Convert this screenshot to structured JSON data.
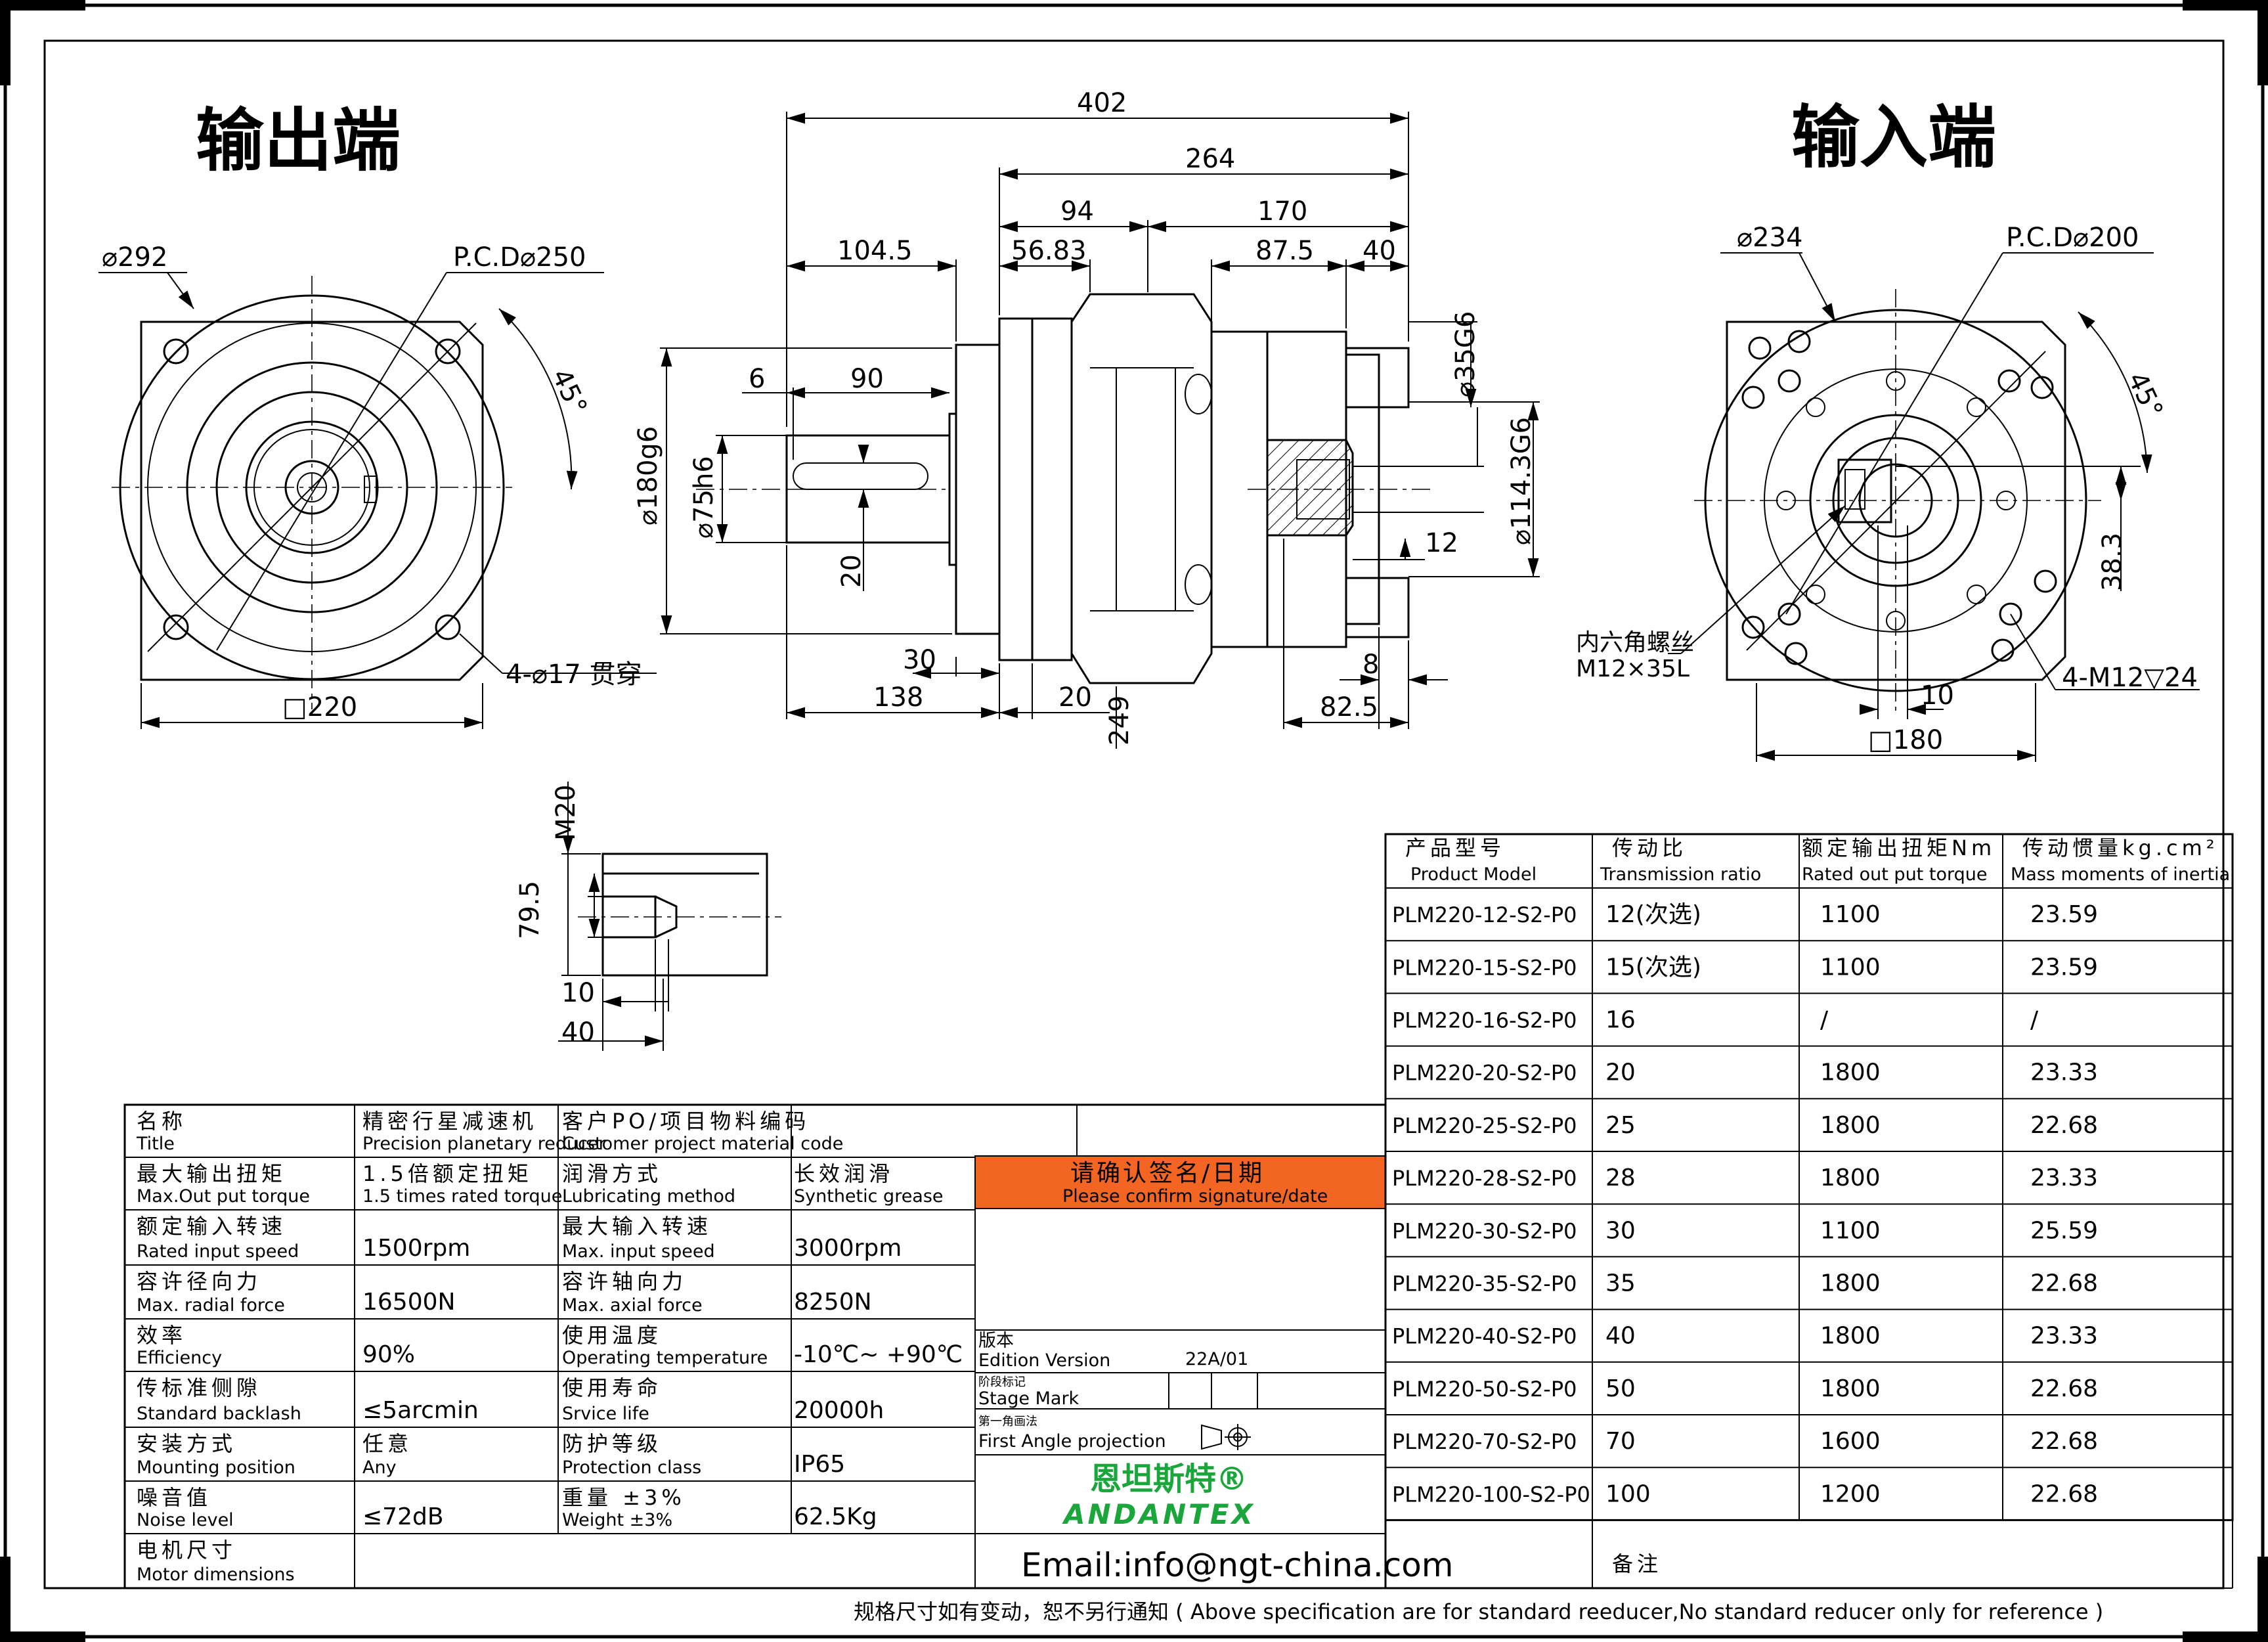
{
  "views": {
    "output_title": "输出端",
    "input_title": "输入端"
  },
  "output_view": {
    "d292": "⌀292",
    "pcd": "P.C.D⌀250",
    "angle": "45°",
    "holes": "4-⌀17 贯穿",
    "square": "□220"
  },
  "side_view": {
    "d402": "402",
    "d264": "264",
    "d94": "94",
    "d170": "170",
    "d104_5": "104.5",
    "d56_83": "56.83",
    "d87_5": "87.5",
    "d40": "40",
    "d6": "6",
    "d90": "90",
    "d180": "⌀180g6",
    "d75": "⌀75h6",
    "d20": "20",
    "d35": "⌀35G6",
    "d114": "⌀114.3G6",
    "d12": "12",
    "d30": "30",
    "d138": "138",
    "d20b": "20",
    "d249": "249",
    "d8": "8",
    "d82_5": "82.5"
  },
  "input_view": {
    "d234": "⌀234",
    "pcd": "P.C.D⌀200",
    "angle": "45°",
    "d38_3": "38.3",
    "hex_cn": "内六角螺丝",
    "hex_spec": "M12×35L",
    "holes": "4-M12▽24",
    "d10": "10",
    "square": "□180"
  },
  "detail_view": {
    "thread": "M20",
    "d79_5": "79.5",
    "d10": "10",
    "d40": "40"
  },
  "spec_table": {
    "rows": [
      {
        "cn1": "名称",
        "en1": "Title",
        "v1": "精密行星减速机",
        "v1en": "Precision planetary reducer",
        "cn2": "客户PO/项目物料编码",
        "en2": "Customer project material code",
        "v2": ""
      },
      {
        "cn1": "最大输出扭矩",
        "en1": "Max.Out put torque",
        "v1": "1.5倍额定扭矩",
        "v1en": "1.5 times rated torque",
        "cn2": "润滑方式",
        "en2": "Lubricating method",
        "v2": "长效润滑",
        "v2en": "Synthetic grease"
      },
      {
        "cn1": "额定输入转速",
        "en1": "Rated input speed",
        "v1": "1500rpm",
        "cn2": "最大输入转速",
        "en2": "Max. input speed",
        "v2": "3000rpm"
      },
      {
        "cn1": "容许径向力",
        "en1": "Max. radial force",
        "v1": "16500N",
        "cn2": "容许轴向力",
        "en2": "Max. axial force",
        "v2": "8250N"
      },
      {
        "cn1": "效率",
        "en1": "Efficiency",
        "v1": "90%",
        "cn2": "使用温度",
        "en2": "Operating temperature",
        "v2": "-10℃~ +90℃"
      },
      {
        "cn1": "传标准侧隙",
        "en1": "Standard backlash",
        "v1": "≤5arcmin",
        "cn2": "使用寿命",
        "en2": "Srvice life",
        "v2": "20000h"
      },
      {
        "cn1": "安装方式",
        "en1": "Mounting position",
        "v1": "任意",
        "v1en": "Any",
        "cn2": "防护等级",
        "en2": "Protection class",
        "v2": "IP65"
      },
      {
        "cn1": "噪音值",
        "en1": "Noise level",
        "v1": "≤72dB",
        "cn2": "重量 ±3%",
        "en2": "Weight ±3%",
        "v2": "62.5Kg"
      },
      {
        "cn1": "电机尺寸",
        "en1": "Motor dimensions",
        "v1": "",
        "cn2": "",
        "en2": "",
        "v2": ""
      }
    ]
  },
  "confirm": {
    "cn": "请确认签名/日期",
    "en": "Please confirm signature/date",
    "color": "#f26522"
  },
  "edition": {
    "cn": "版本",
    "en": "Edition Version",
    "value": "22A/01",
    "stage_cn": "阶段标记",
    "stage_en": "Stage Mark",
    "proj_cn": "第一角画法",
    "proj_en": "First Angle projection"
  },
  "brand": {
    "cn": "恩坦斯特®",
    "en": "ANDANTEX",
    "color": "#1aa63a"
  },
  "email": "Email:info@ngt-china.com",
  "remark": "备注",
  "model_table": {
    "headers": [
      {
        "cn": "产品型号",
        "en": "Product Model"
      },
      {
        "cn": "传动比",
        "en": "Transmission ratio"
      },
      {
        "cn": "额定输出扭矩Nm",
        "en": "Rated out put torque"
      },
      {
        "cn": "传动惯量kg.cm²",
        "en": "Mass moments of inertia"
      }
    ],
    "rows": [
      {
        "model": "PLM220-12-S2-P0",
        "ratio": "12(次选)",
        "torque": "1100",
        "inertia": "23.59"
      },
      {
        "model": "PLM220-15-S2-P0",
        "ratio": "15(次选)",
        "torque": "1100",
        "inertia": "23.59"
      },
      {
        "model": "PLM220-16-S2-P0",
        "ratio": "16",
        "torque": "/",
        "inertia": "/"
      },
      {
        "model": "PLM220-20-S2-P0",
        "ratio": "20",
        "torque": "1800",
        "inertia": "23.33"
      },
      {
        "model": "PLM220-25-S2-P0",
        "ratio": "25",
        "torque": "1800",
        "inertia": "22.68"
      },
      {
        "model": "PLM220-28-S2-P0",
        "ratio": "28",
        "torque": "1800",
        "inertia": "23.33"
      },
      {
        "model": "PLM220-30-S2-P0",
        "ratio": "30",
        "torque": "1100",
        "inertia": "25.59"
      },
      {
        "model": "PLM220-35-S2-P0",
        "ratio": "35",
        "torque": "1800",
        "inertia": "22.68"
      },
      {
        "model": "PLM220-40-S2-P0",
        "ratio": "40",
        "torque": "1800",
        "inertia": "23.33"
      },
      {
        "model": "PLM220-50-S2-P0",
        "ratio": "50",
        "torque": "1800",
        "inertia": "22.68"
      },
      {
        "model": "PLM220-70-S2-P0",
        "ratio": "70",
        "torque": "1600",
        "inertia": "22.68"
      },
      {
        "model": "PLM220-100-S2-P0",
        "ratio": "100",
        "torque": "1200",
        "inertia": "22.68"
      }
    ]
  },
  "footer": "规格尺寸如有变动，恕不另行通知 ( Above specification are for standard reeducer,No standard reducer only for reference )"
}
